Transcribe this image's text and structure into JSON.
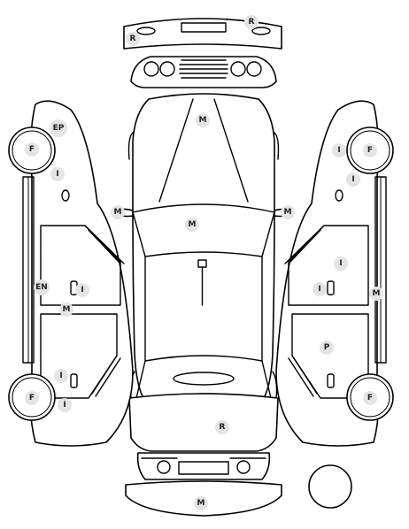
{
  "colors": {
    "line": "#000000",
    "marker_fill": "#e4e4e4",
    "marker_text": "#222222",
    "background": "#ffffff"
  },
  "markers": {
    "rear_bumper_left": "R",
    "rear_bumper_right": "R",
    "hood": "M",
    "left_mirror": "M",
    "right_mirror": "M",
    "windshield": "M",
    "left_rear_wheel": "F",
    "left_rear_panel": "EP",
    "left_rear_quarter": "I",
    "left_sill": "EN",
    "left_door_handle": "I",
    "left_pillar": "M",
    "left_front_fender_top": "I",
    "left_front_fender_bottom": "I",
    "left_front_wheel": "F",
    "right_rear_wheel": "F",
    "right_rear_quarter_a": "I",
    "right_rear_quarter_b": "I",
    "right_door_upper": "I",
    "right_door_handle": "I",
    "right_sill": "M",
    "right_front_door": "P",
    "right_front_wheel": "F",
    "trunk": "R",
    "front_bumper": "M"
  }
}
